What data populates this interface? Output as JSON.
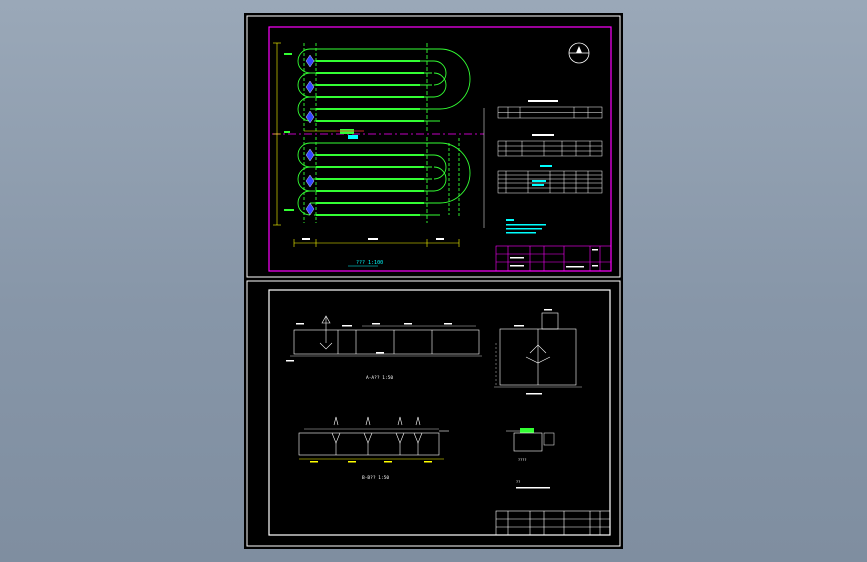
{
  "viewer": {
    "background_top": "#9aa8b8",
    "background_bottom": "#7f8ea0"
  },
  "drawing": {
    "sheet_background": "#000000",
    "colors": {
      "frame": "#ffffff",
      "border": "#ff00ff",
      "pipe": "#33ff33",
      "dim": "#ffff00",
      "aerator": "#3344ff",
      "centerline": "#ff00ff",
      "accent": "#00ffff",
      "text": "#ffffff",
      "red": "#ff3333"
    },
    "sheet1": {
      "plan_title": "??? 1:100",
      "north_icon": "north-arrow-icon",
      "table1_rows": 2,
      "table2_rows": 3,
      "table3_rows": 5
    },
    "sheet2": {
      "section_a_title": "A-A?? 1:50",
      "section_b_title": "B-B?? 1:50",
      "detail_title": "????",
      "notes_title": "??"
    }
  }
}
